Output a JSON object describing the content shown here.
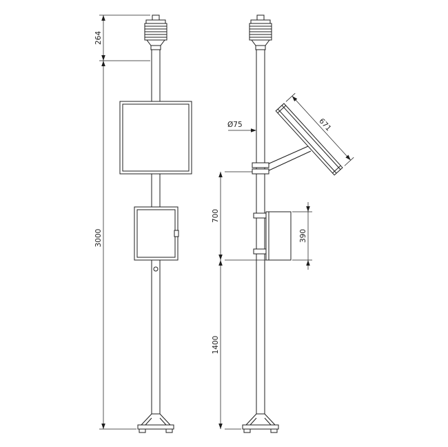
{
  "drawing": {
    "title": "pole-mounted weather station, two orthographic views",
    "colors": {
      "line": "#1c1c1c",
      "background": "#ffffff"
    },
    "labels": {
      "sensor_height": "264",
      "pole_height": "3000",
      "pole_diameter": "Ø75",
      "panel_length": "671",
      "clamp_to_box": "700",
      "box_height": "390",
      "box_to_base": "1400"
    }
  }
}
